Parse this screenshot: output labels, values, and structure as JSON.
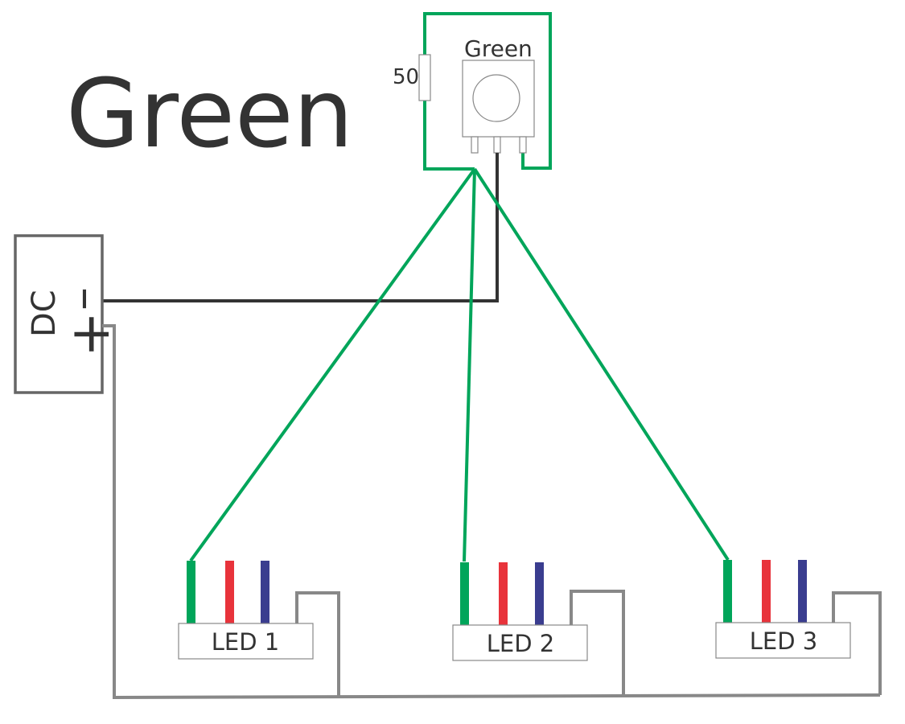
{
  "title": "Green",
  "transistor": {
    "label": "Green"
  },
  "resistor": {
    "value": "50"
  },
  "power": {
    "label": "DC",
    "minus": "–",
    "plus": "+"
  },
  "leds": [
    {
      "label": "LED 1"
    },
    {
      "label": "LED 2"
    },
    {
      "label": "LED 3"
    }
  ],
  "colors": {
    "green_wire": "#00a55a",
    "red_pin": "#e8333b",
    "blue_pin": "#3a3d8f",
    "ground_wire": "#333333",
    "power_wire": "#888888",
    "text": "#333333"
  }
}
